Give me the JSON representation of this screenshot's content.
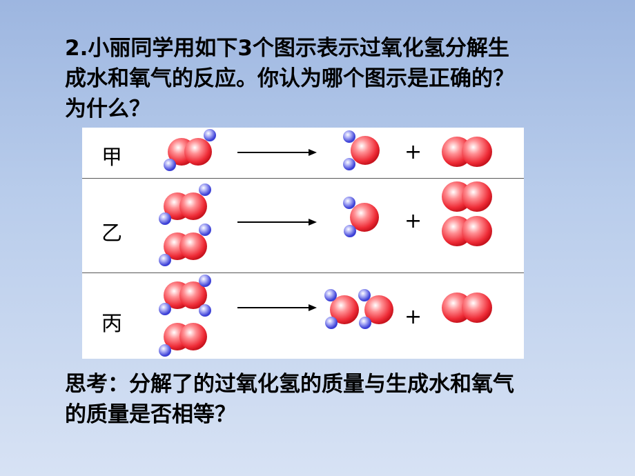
{
  "question": {
    "line1": "2.小丽同学用如下3个图示表示过氧化氢分解生",
    "line2": "成水和氧气的反应。你认为哪个图示是正确的？",
    "line3": "为什么？"
  },
  "rows": [
    {
      "label": "甲",
      "plus": "+"
    },
    {
      "label": "乙",
      "plus": "+"
    },
    {
      "label": "丙",
      "plus": "+"
    }
  ],
  "think": {
    "line1": "思考：分解了的过氧化氢的质量与生成水和氧气",
    "line2": "的质量是否相等？"
  },
  "colors": {
    "oxygen_atom": "#f0424b",
    "hydrogen_atom": "#5b5ee6",
    "arrow": "#000000"
  }
}
